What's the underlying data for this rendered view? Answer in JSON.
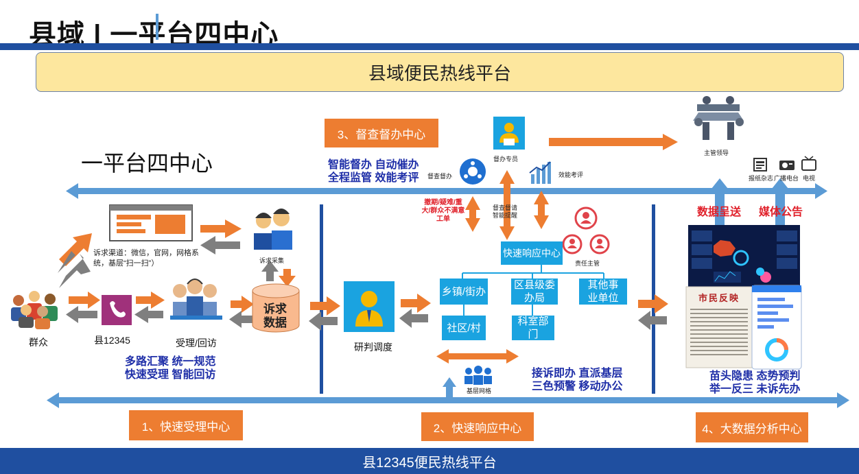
{
  "header": {
    "title": "县域 |   一平台四中心"
  },
  "banner": {
    "text": "县域便民热线平台"
  },
  "footer": {
    "text": "县12345便民热线平台"
  },
  "left_title": "一平台四中心",
  "supervision": {
    "label": "3、督查督办中心",
    "features_line1": "智能督办  自动催办",
    "features_line2": "全程监管  效能考评",
    "icon_caption": "督查督办",
    "officer_caption": "督办专员",
    "eval_caption": "效能考评",
    "leader_caption": "主管领导"
  },
  "media": {
    "newspaper": "报纸杂志",
    "radio": "广播电台",
    "tv": "电视"
  },
  "red_labels": {
    "left": "撤期/疑难/重大/群众不满意工单",
    "data_send": "数据呈送",
    "media_notice": "媒体公告"
  },
  "center_small": {
    "sup_line1": "督查督请",
    "sup_line2": "智能提醒",
    "responsible": "责任主管",
    "grid": "基层网格"
  },
  "intake": {
    "channel_text": "诉求渠道：微信，官网，网格系统，基层“扫一扫”）",
    "collect_caption": "诉求采集",
    "data_line1": "诉求",
    "data_line2": "数据",
    "people": "群众",
    "hotline": "县12345",
    "reception": "受理/回访",
    "features_line1": "多路汇聚  统一规范",
    "features_line2": "快速受理  智能回访",
    "center_label": "1、快速受理中心"
  },
  "dispatch": {
    "caption": "研判调度"
  },
  "response": {
    "center_box": "快速响应中心",
    "units": [
      "乡镇/街办",
      "区县级委办局",
      "其他事业单位",
      "社区/村",
      "科室部门"
    ],
    "features_line1": "接诉即办  直派基层",
    "features_line2": "三色预警  移动办公",
    "center_label": "2、快速响应中心"
  },
  "analysis": {
    "newspaper_head": "市民反映",
    "features_line1": "苗头隐患  态势预判",
    "features_line2": "举一反三  未诉先办",
    "center_label": "4、大数据分析中心"
  },
  "colors": {
    "orange": "#ed7d31",
    "blue": "#1aa3e0",
    "navy": "#1f4fa0",
    "highlight": "#fde79e",
    "arrow_blue": "#5b9bd5",
    "red": "#e0202a"
  }
}
